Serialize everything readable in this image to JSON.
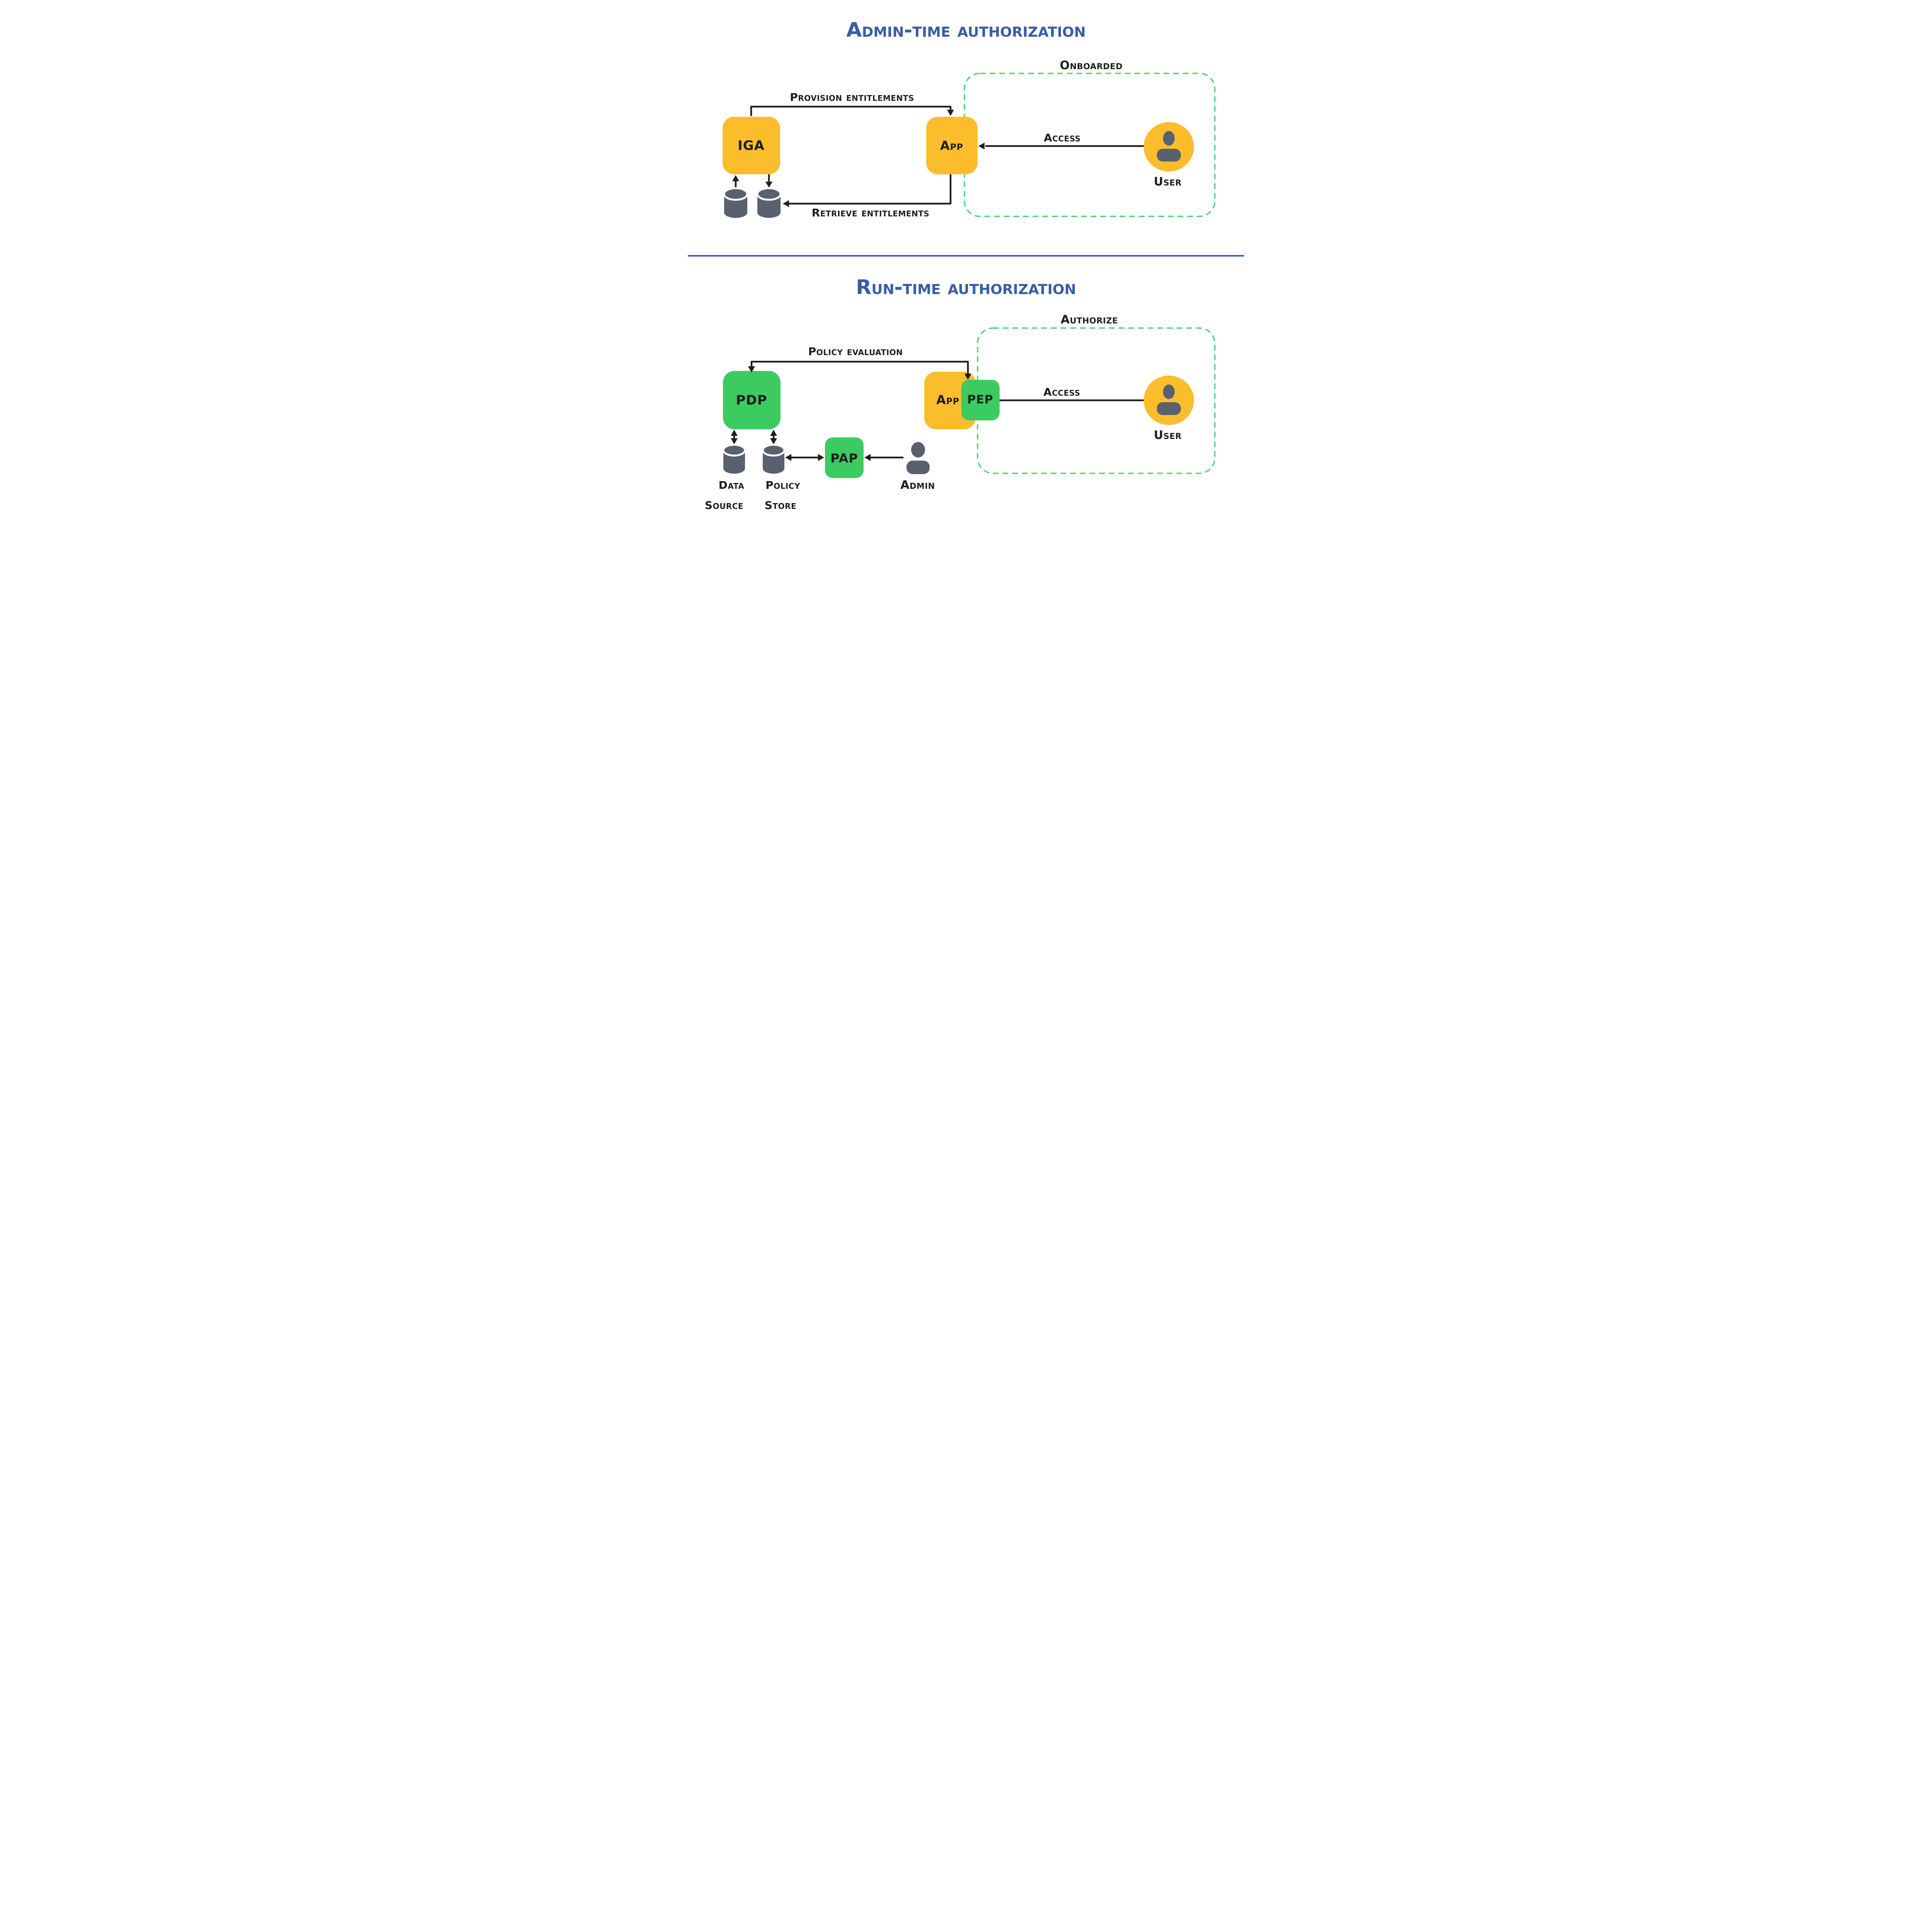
{
  "colors": {
    "node_yellow": "#FBBD2C",
    "node_green": "#3CCB60",
    "boundary_dashed_green": "#4BD56B",
    "icon_gray": "#59606F",
    "title_blue": "#3A5CA6",
    "divider_blue": "#3560AE",
    "ink_black": "#1E1E1E"
  },
  "admin_time": {
    "title": "Admin-time authorization",
    "boundary_label": "Onboarded",
    "nodes": {
      "iga": "IGA",
      "app": "App",
      "user": "User"
    },
    "edges": {
      "provision": "Provision entitlements",
      "retrieve": "Retrieve entitlements",
      "access": "Access"
    }
  },
  "run_time": {
    "title": "Run-time authorization",
    "boundary_label": "Authorize",
    "nodes": {
      "pdp": "PDP",
      "app": "App",
      "pep": "PEP",
      "pap": "PAP",
      "user": "User",
      "admin": "Admin"
    },
    "stores": {
      "data_source_line1": "Data",
      "data_source_line2": "Source",
      "policy_store_line1": "Policy",
      "policy_store_line2": "Store"
    },
    "edges": {
      "policy_evaluation": "Policy evaluation",
      "access": "Access"
    }
  }
}
